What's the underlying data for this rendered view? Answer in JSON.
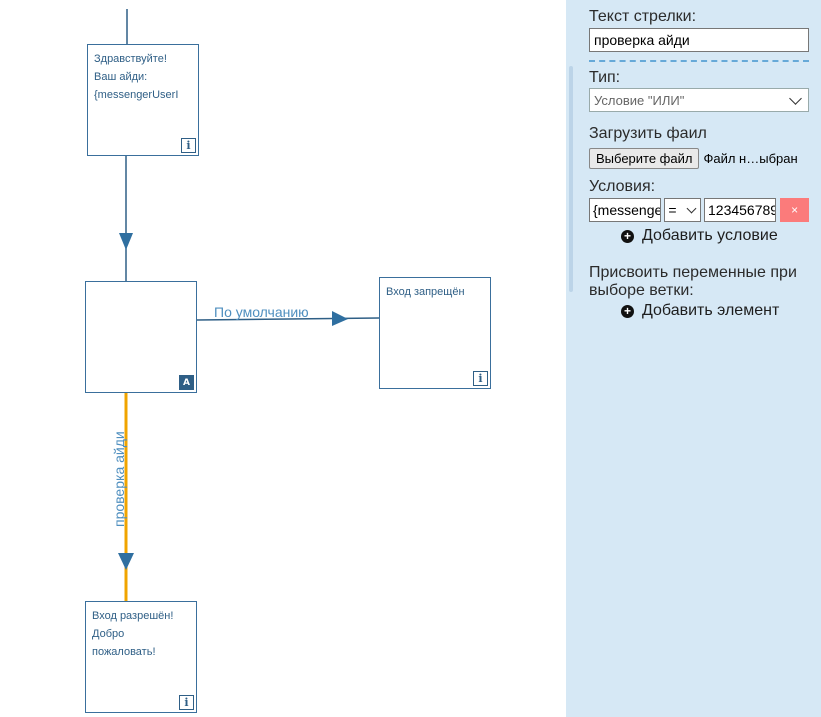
{
  "canvas": {
    "nodes": [
      {
        "id": "greeting",
        "text": "Здравствуйте!\nВаш айди:\n{messengerUserI",
        "badge_icon": "info-icon",
        "badge_glyph": "i"
      },
      {
        "id": "condition",
        "text": "",
        "badge_icon": "condition-icon",
        "badge_glyph": "A"
      },
      {
        "id": "denied",
        "text": "Вход запрещён",
        "badge_icon": "info-icon",
        "badge_glyph": "i"
      },
      {
        "id": "allowed",
        "text": "Вход разрешён!\nДобро\nпожаловать!",
        "badge_icon": "info-icon",
        "badge_glyph": "i"
      }
    ],
    "edges": {
      "default_label": "По умолчанию",
      "check_label": "проверка айди"
    },
    "colors": {
      "edge": "#2f5f86",
      "selected_edge": "#f0a400",
      "arrow": "#2f6fa0"
    }
  },
  "panel": {
    "arrow_text_label": "Текст стрелки:",
    "arrow_text_value": "проверка айди",
    "type_label": "Тип:",
    "type_value": "Условие \"ИЛИ\"",
    "upload_label": "Загрузить фаил",
    "file_button_label": "Выберите файл",
    "file_status": "Файл н…ыбран",
    "conditions_label": "Условия:",
    "condition": {
      "variable": "{messenge",
      "operator": "=",
      "value": "123456789",
      "remove_glyph": "×"
    },
    "add_condition_label": "Добавить условие",
    "assign_label": "Присвоить переменные при выборе ветки:",
    "add_element_label": "Добавить элемент"
  }
}
